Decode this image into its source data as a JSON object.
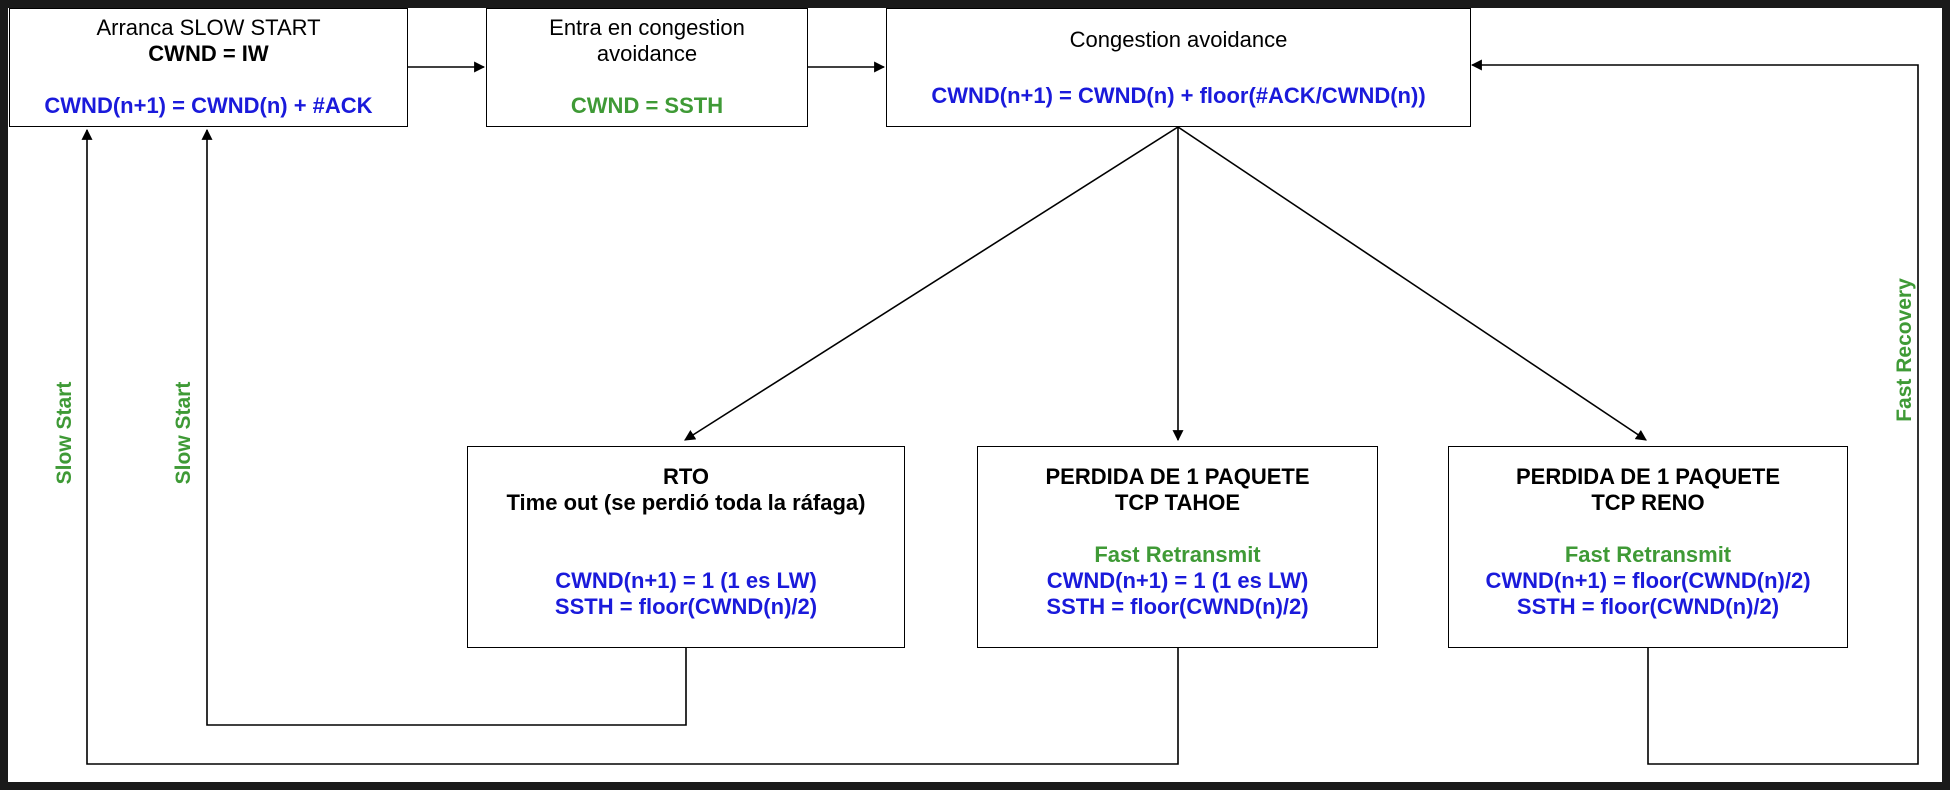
{
  "nodes": {
    "slow_start": {
      "title": "Arranca SLOW START",
      "init": "CWND = IW",
      "formula": "CWND(n+1) = CWND(n) + #ACK"
    },
    "enter_ca": {
      "title_line1": "Entra en congestion",
      "title_line2": "avoidance",
      "formula": "CWND = SSTH"
    },
    "congestion_avoidance": {
      "title": "Congestion avoidance",
      "formula": "CWND(n+1) = CWND(n) + floor(#ACK/CWND(n))"
    },
    "rto": {
      "title": "RTO",
      "subtitle": "Time out (se perdió toda la ráfaga)",
      "formula1": "CWND(n+1) = 1 (1 es LW)",
      "formula2": "SSTH = floor(CWND(n)/2)"
    },
    "tahoe": {
      "title": "PERDIDA DE 1 PAQUETE",
      "subtitle": "TCP TAHOE",
      "mechanism": "Fast Retransmit",
      "formula1": "CWND(n+1) = 1 (1 es LW)",
      "formula2": "SSTH = floor(CWND(n)/2)"
    },
    "reno": {
      "title": "PERDIDA DE 1 PAQUETE",
      "subtitle": "TCP RENO",
      "mechanism": "Fast Retransmit",
      "formula1": "CWND(n+1) = floor(CWND(n)/2)",
      "formula2": "SSTH = floor(CWND(n)/2)"
    }
  },
  "edge_labels": {
    "slow_start_outer": "Slow Start",
    "slow_start_inner": "Slow Start",
    "fast_recovery": "Fast Recovery"
  },
  "colors": {
    "formula_blue": "#1a1adb",
    "label_green": "#3f9a36",
    "frame_background": "#1a1a1a"
  }
}
